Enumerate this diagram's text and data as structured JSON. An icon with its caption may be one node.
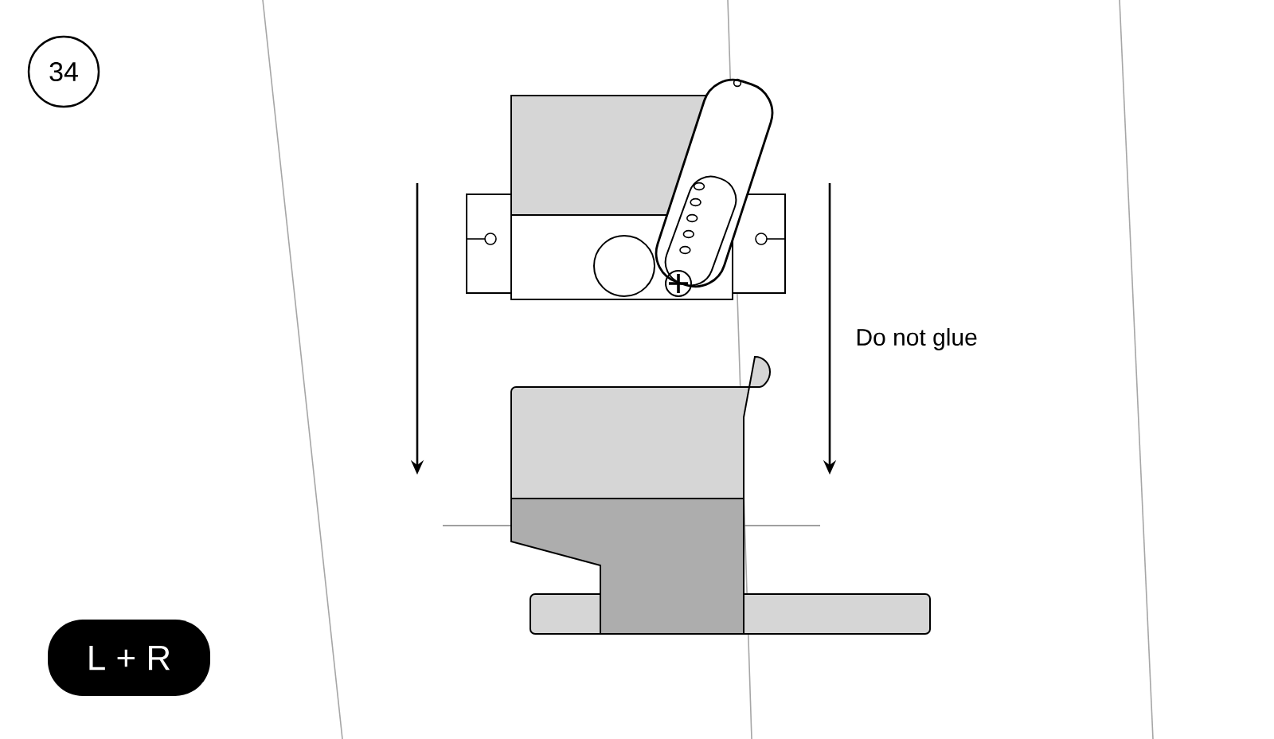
{
  "diagram": {
    "nodes": [
      {
        "text": [
          "34"
        ]
      },
      {
        "text": [
          "L + R"
        ]
      }
    ],
    "labels": [
      "Do not glue"
    ]
  }
}
